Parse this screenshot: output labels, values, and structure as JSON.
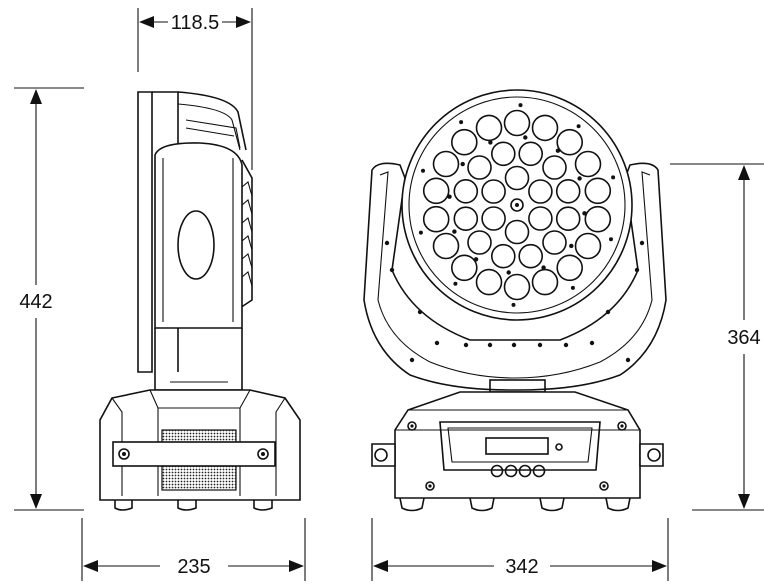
{
  "dimensions": {
    "side_depth": "118.5",
    "total_height": "442",
    "side_width": "235",
    "front_width": "342",
    "yoke_height": "364"
  },
  "front_view": {
    "lens_count": 37,
    "display_button_count": 4
  },
  "colors": {
    "line": "#111111",
    "background": "#ffffff"
  }
}
